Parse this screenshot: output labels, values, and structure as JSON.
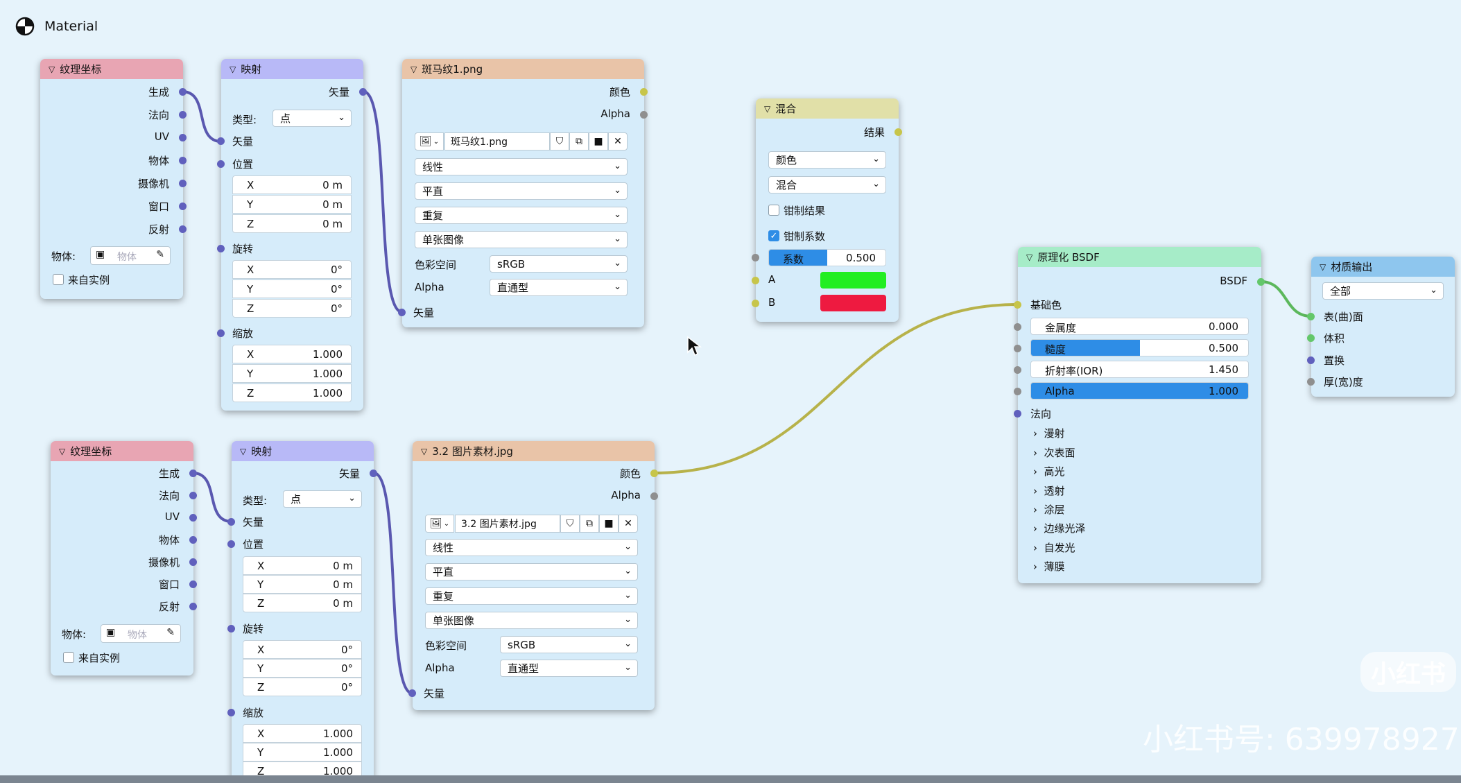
{
  "panel": {
    "title": "Material"
  },
  "nodes": {
    "texcoord1": {
      "title": "纹理坐标",
      "outputs": [
        "生成",
        "法向",
        "UV",
        "物体",
        "摄像机",
        "窗口",
        "反射"
      ],
      "object_label": "物体:",
      "object_placeholder": "物体",
      "from_instancer": "来自实例"
    },
    "mapping1": {
      "title": "映射",
      "output": "矢量",
      "type_label": "类型:",
      "type_value": "点",
      "vector": "矢量",
      "location": "位置",
      "loc": [
        {
          "axis": "X",
          "value": "0 m"
        },
        {
          "axis": "Y",
          "value": "0 m"
        },
        {
          "axis": "Z",
          "value": "0 m"
        }
      ],
      "rotation": "旋转",
      "rot": [
        {
          "axis": "X",
          "value": "0°"
        },
        {
          "axis": "Y",
          "value": "0°"
        },
        {
          "axis": "Z",
          "value": "0°"
        }
      ],
      "scale": "缩放",
      "scl": [
        {
          "axis": "X",
          "value": "1.000"
        },
        {
          "axis": "Y",
          "value": "1.000"
        },
        {
          "axis": "Z",
          "value": "1.000"
        }
      ]
    },
    "image1": {
      "title": "斑马纹1.png",
      "out_color": "颜色",
      "out_alpha": "Alpha",
      "image_name": "斑马纹1.png",
      "interp": "线性",
      "projection": "平直",
      "extension": "重复",
      "source": "单张图像",
      "colorspace_label": "色彩空间",
      "colorspace": "sRGB",
      "alpha_label": "Alpha",
      "alpha_mode": "直通型",
      "input_vector": "矢量"
    },
    "mix": {
      "title": "混合",
      "output": "结果",
      "data_type": "颜色",
      "blend_mode": "混合",
      "clamp_result": "钳制结果",
      "clamp_factor": "钳制系数",
      "factor_label": "系数",
      "factor_value": "0.500",
      "factor": 0.5,
      "a_label": "A",
      "b_label": "B",
      "a_color": "#22ee22",
      "b_color": "#ee1a40"
    },
    "bsdf": {
      "title": "原理化 BSDF",
      "output": "BSDF",
      "base_color": "基础色",
      "metallic_label": "金属度",
      "metallic_value": "0.000",
      "metallic": 0.0,
      "roughness_label": "糙度",
      "roughness_value": "0.500",
      "roughness": 0.5,
      "ior_label": "折射率(IOR)",
      "ior_value": "1.450",
      "alpha_label": "Alpha",
      "alpha_value": "1.000",
      "alpha": 1.0,
      "normal": "法向",
      "panels": [
        "漫射",
        "次表面",
        "高光",
        "透射",
        "涂层",
        "边缘光泽",
        "自发光",
        "薄膜"
      ]
    },
    "output": {
      "title": "材质输出",
      "target": "全部",
      "inputs": [
        "表(曲)面",
        "体积",
        "置换",
        "厚(宽)度"
      ]
    },
    "texcoord2": {
      "title": "纹理坐标",
      "outputs": [
        "生成",
        "法向",
        "UV",
        "物体",
        "摄像机",
        "窗口",
        "反射"
      ],
      "object_label": "物体:",
      "object_placeholder": "物体",
      "from_instancer": "来自实例"
    },
    "mapping2": {
      "title": "映射",
      "output": "矢量",
      "type_label": "类型:",
      "type_value": "点",
      "vector": "矢量",
      "location": "位置",
      "loc": [
        {
          "axis": "X",
          "value": "0 m"
        },
        {
          "axis": "Y",
          "value": "0 m"
        },
        {
          "axis": "Z",
          "value": "0 m"
        }
      ],
      "rotation": "旋转",
      "rot": [
        {
          "axis": "X",
          "value": "0°"
        },
        {
          "axis": "Y",
          "value": "0°"
        },
        {
          "axis": "Z",
          "value": "0°"
        }
      ],
      "scale": "缩放",
      "scl": [
        {
          "axis": "X",
          "value": "1.000"
        },
        {
          "axis": "Y",
          "value": "1.000"
        },
        {
          "axis": "Z",
          "value": "1.000"
        }
      ]
    },
    "image2": {
      "title": "3.2 图片素材.jpg",
      "out_color": "颜色",
      "out_alpha": "Alpha",
      "image_name": "3.2 图片素材.jpg",
      "interp": "线性",
      "projection": "平直",
      "extension": "重复",
      "source": "单张图像",
      "colorspace_label": "色彩空间",
      "colorspace": "sRGB",
      "alpha_label": "Alpha",
      "alpha_mode": "直通型",
      "input_vector": "矢量"
    }
  },
  "colors": {
    "wire_vector": "#5a58b0",
    "wire_color": "#b7b24a",
    "wire_shader": "#5cb85c"
  },
  "watermark": {
    "logo": "小红书",
    "id_text": "小红书号: 639978927"
  }
}
